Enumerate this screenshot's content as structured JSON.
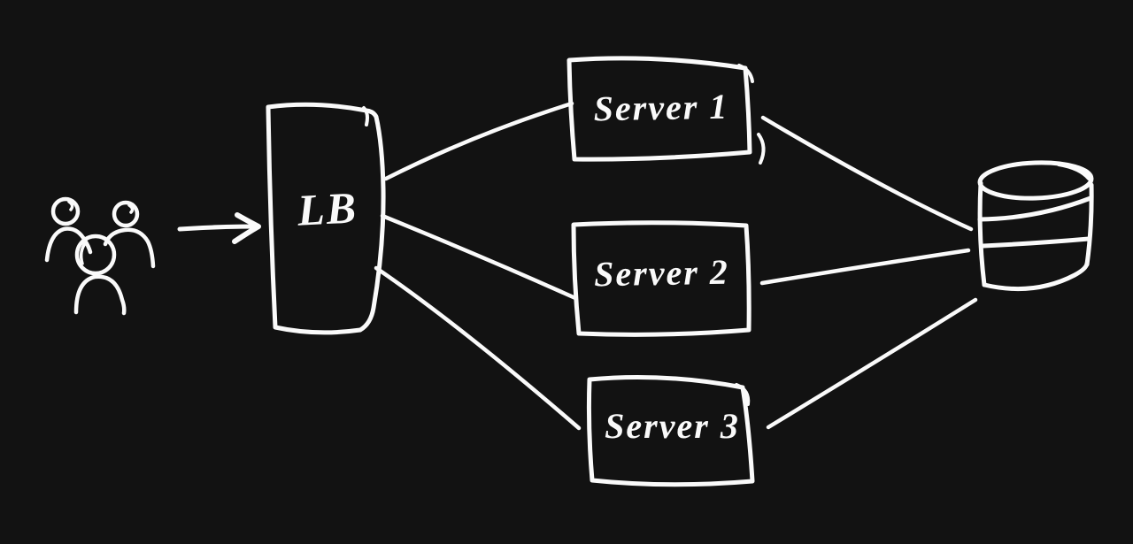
{
  "canvas": {
    "background_color": "#121212",
    "stroke_color": "#fafafa"
  },
  "diagram": {
    "type": "hand-drawn-architecture-sketch",
    "nodes": [
      {
        "id": "users",
        "type": "actor-group",
        "icon": "users-icon"
      },
      {
        "id": "load-balancer",
        "type": "box",
        "label": "LB"
      },
      {
        "id": "server-1",
        "type": "box",
        "label": "Server 1"
      },
      {
        "id": "server-2",
        "type": "box",
        "label": "Server 2"
      },
      {
        "id": "server-3",
        "type": "box",
        "label": "Server 3"
      },
      {
        "id": "database",
        "type": "cylinder",
        "icon": "database-icon"
      }
    ],
    "edges": [
      {
        "from": "users",
        "to": "load-balancer",
        "style": "solid",
        "arrowhead": true
      },
      {
        "from": "load-balancer",
        "to": "server-1",
        "style": "solid",
        "arrowhead": false
      },
      {
        "from": "load-balancer",
        "to": "server-2",
        "style": "solid",
        "arrowhead": false
      },
      {
        "from": "load-balancer",
        "to": "server-3",
        "style": "solid",
        "arrowhead": false
      },
      {
        "from": "server-1",
        "to": "database",
        "style": "solid",
        "arrowhead": false
      },
      {
        "from": "server-2",
        "to": "database",
        "style": "solid",
        "arrowhead": false
      },
      {
        "from": "server-3",
        "to": "database",
        "style": "solid",
        "arrowhead": false
      }
    ]
  }
}
